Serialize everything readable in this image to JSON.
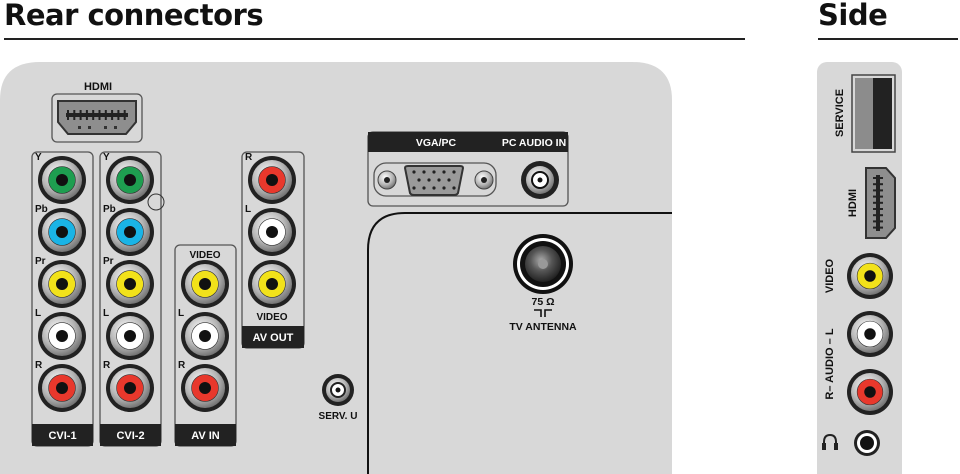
{
  "headings": {
    "rear": "Rear connectors",
    "side": "Side"
  },
  "colors": {
    "panel": "#d8d8d8",
    "dark": "#222222",
    "green": "#1e9e50",
    "blue": "#1ab4e6",
    "yellow": "#f2e21a",
    "white": "#ffffff",
    "red": "#e8382c"
  },
  "rear": {
    "hdmi_label": "HDMI",
    "cvi1": {
      "label": "CVI-1",
      "jacks": [
        {
          "label": "Y",
          "color": "green"
        },
        {
          "label": "Pb",
          "color": "blue"
        },
        {
          "label": "Pr",
          "color": "yellow"
        },
        {
          "label": "L",
          "color": "white"
        },
        {
          "label": "R",
          "color": "red"
        }
      ]
    },
    "cvi2": {
      "label": "CVI-2",
      "jacks": [
        {
          "label": "Y",
          "color": "green"
        },
        {
          "label": "Pb",
          "color": "blue"
        },
        {
          "label": "Pr",
          "color": "yellow"
        },
        {
          "label": "L",
          "color": "white"
        },
        {
          "label": "R",
          "color": "red"
        }
      ]
    },
    "av_in": {
      "label": "AV IN",
      "top_label": "VIDEO",
      "jacks": [
        {
          "label": "",
          "color": "yellow"
        },
        {
          "label": "L",
          "color": "white"
        },
        {
          "label": "R",
          "color": "red"
        }
      ]
    },
    "av_out": {
      "label": "AV OUT",
      "bottom_label": "VIDEO",
      "jacks": [
        {
          "label": "R",
          "color": "red"
        },
        {
          "label": "L",
          "color": "white"
        },
        {
          "label": "",
          "color": "yellow"
        }
      ]
    },
    "serv_u": "SERV. U",
    "vga_label": "VGA/PC",
    "pc_audio_label": "PC AUDIO IN",
    "antenna": {
      "impedance": "75 Ω",
      "label": "TV ANTENNA"
    }
  },
  "side": {
    "service_label": "SERVICE",
    "hdmi_label": "HDMI",
    "video_label": "VIDEO",
    "audio_label": "R– AUDIO – L",
    "jacks": [
      {
        "color": "yellow"
      },
      {
        "color": "white"
      },
      {
        "color": "red"
      }
    ],
    "headphone_icon": "headphone-icon"
  }
}
